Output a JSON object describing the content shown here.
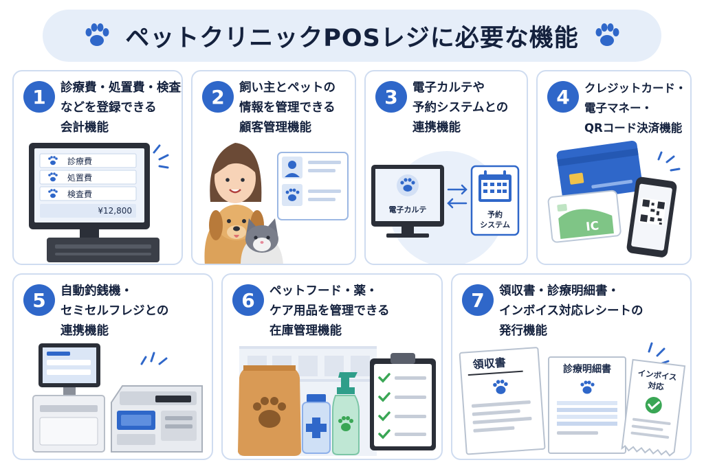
{
  "title": "ペットクリニックPOSレジに必要な機能",
  "cards": [
    {
      "number": "1",
      "lines": [
        "診療費・処置費・検査費",
        "などを登録できる",
        "会計機能"
      ],
      "screen": {
        "rows": [
          "診療費",
          "処置費",
          "検査費"
        ],
        "total": "¥12,800"
      }
    },
    {
      "number": "2",
      "lines": [
        "飼い主とペットの",
        "情報を管理できる",
        "顧客管理機能"
      ]
    },
    {
      "number": "3",
      "lines": [
        "電子カルテや",
        "予約システムとの",
        "連携機能"
      ],
      "labels": {
        "karte": "電子カルテ",
        "reserve_1": "予約",
        "reserve_2": "システム"
      }
    },
    {
      "number": "4",
      "lines": [
        "クレジットカード・",
        "電子マネー・",
        "QRコード決済機能"
      ],
      "labels": {
        "ic": "IC"
      }
    },
    {
      "number": "5",
      "lines": [
        "自動釣銭機・",
        "セミセルフレジとの",
        "連携機能"
      ]
    },
    {
      "number": "6",
      "lines": [
        "ペットフード・薬・",
        "ケア用品を管理できる",
        "在庫管理機能"
      ]
    },
    {
      "number": "7",
      "lines": [
        "領収書・診療明細書・",
        "インボイス対応レシートの",
        "発行機能"
      ],
      "labels": {
        "receipt": "領収書",
        "statement": "診療明細書",
        "invoice_1": "インボイス",
        "invoice_2": "対応"
      }
    }
  ],
  "colors": {
    "accent": "#2f67c9",
    "card_border": "#cfdcf0",
    "title_bg": "#e6eef9",
    "check": "#3aa655"
  }
}
